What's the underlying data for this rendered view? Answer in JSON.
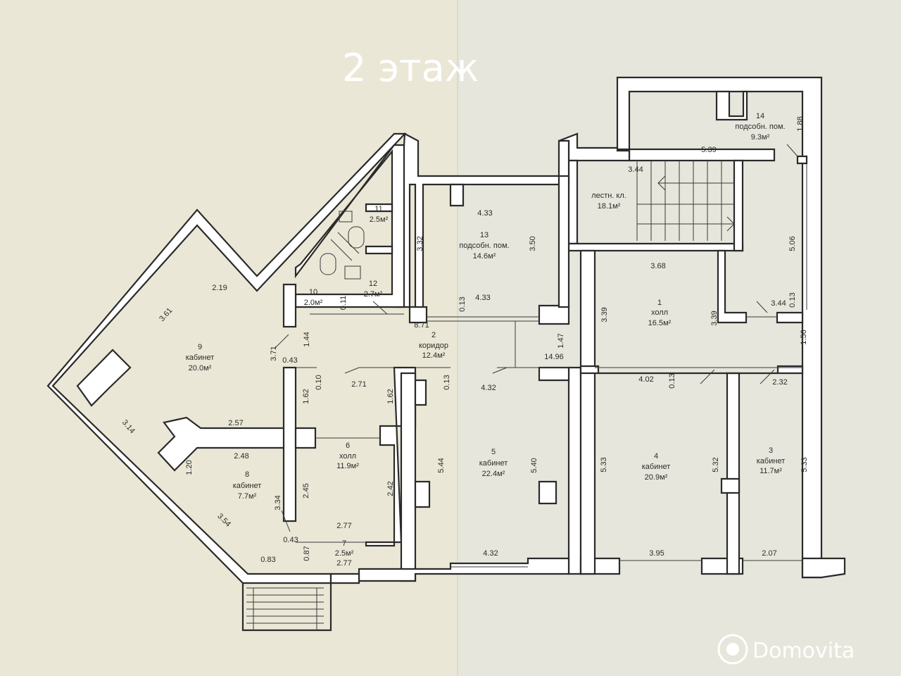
{
  "title": "2 этаж",
  "rooms": [
    {
      "no": "1",
      "name": "холл",
      "area": "16.5м²"
    },
    {
      "no": "2",
      "name": "коридор",
      "area": "12.4м²"
    },
    {
      "no": "3",
      "name": "кабинет",
      "area": "11.7м²"
    },
    {
      "no": "4",
      "name": "кабинет",
      "area": "20.9м²"
    },
    {
      "no": "5",
      "name": "кабинет",
      "area": "22.4м²"
    },
    {
      "no": "6",
      "name": "холл",
      "area": "11.9м²"
    },
    {
      "no": "7",
      "name": "",
      "area": "2.5м²"
    },
    {
      "no": "8",
      "name": "кабинет",
      "area": "7.7м²"
    },
    {
      "no": "9",
      "name": "кабинет",
      "area": "20.0м²"
    },
    {
      "no": "10",
      "name": "",
      "area": "2.0м²"
    },
    {
      "no": "11",
      "name": "",
      "area": "2.5м²"
    },
    {
      "no": "12",
      "name": "",
      "area": "2.7м²"
    },
    {
      "no": "13",
      "name": "подсобн. пом.",
      "area": "14.6м²"
    },
    {
      "no": "14",
      "name": "подсобн. пом.",
      "area": "9.3м²"
    },
    {
      "no": "",
      "name": "лестн. кл.",
      "area": "18.1м²"
    }
  ],
  "dimensions": [
    "1.88",
    "5.39",
    "3.44",
    "4.33",
    "3.32",
    "3.50",
    "4.33",
    "0.13",
    "5.06",
    "3.68",
    "3.39",
    "3.39",
    "3.44",
    "0.13",
    "1.47",
    "1.56",
    "14.96",
    "8.71",
    "2.19",
    "3.61",
    "3.71",
    "1.44",
    "0.43",
    "0.11",
    "0.10",
    "1.62",
    "2.71",
    "1.62",
    "0.13",
    "4.32",
    "4.02",
    "0.13",
    "2.32",
    "2.57",
    "3.14",
    "2.48",
    "1.20",
    "5.44",
    "5.40",
    "5.33",
    "5.32",
    "5.33",
    "2.42",
    "2.45",
    "3.34",
    "3.54",
    "2.77",
    "0.43",
    "0.87",
    "0.83",
    "2.77",
    "4.32",
    "3.95",
    "2.07"
  ],
  "watermark": {
    "brand": "Domovita"
  },
  "colors": {
    "paper": "#e9e6d8",
    "wall": "#2a2a2a",
    "title": "#ffffff"
  }
}
